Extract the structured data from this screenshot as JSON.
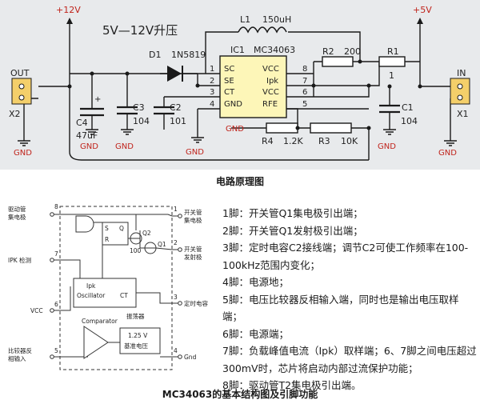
{
  "schematic": {
    "title": "5V—12V升压",
    "vin_label": "+5V",
    "vout_label": "+12V",
    "ic_ref": "IC1",
    "ic_part": "MC34063",
    "ic_pins_left": [
      "SC",
      "SE",
      "CT",
      "GND"
    ],
    "ic_pins_right": [
      "VCC",
      "Ipk",
      "VCC",
      "RFE"
    ],
    "pin_numbers": [
      "1",
      "2",
      "3",
      "4",
      "5",
      "6",
      "7",
      "8"
    ],
    "l1_ref": "L1",
    "l1_val": "150uH",
    "d1_ref": "D1",
    "d1_val": "1N5819",
    "r1_ref": "R1",
    "r1_val": "1",
    "r2_ref": "R2",
    "r2_val": "200",
    "r3_ref": "R3",
    "r3_val": "10K",
    "r4_ref": "R4",
    "r4_val": "1.2K",
    "c1_ref": "C1",
    "c1_val": "104",
    "c2_ref": "C2",
    "c2_val": "101",
    "c3_ref": "C3",
    "c3_val": "104",
    "c4_ref": "C4",
    "c4_val": "47uF",
    "x1_ref": "X1",
    "x1_label": "IN",
    "x2_ref": "X2",
    "x2_label": "OUT",
    "gnd": "GND"
  },
  "schematic_caption": "电路原理图",
  "block_diagram": {
    "left_labels": {
      "p1a": "驱动管",
      "p1b": "集电极",
      "ipk": "IPK 检测",
      "vcc": "VCC",
      "cmp_a": "比较器反",
      "cmp_b": "相输入"
    },
    "right_labels": {
      "p1a": "开关管",
      "p1b": "集电极",
      "p2a": "开关管",
      "p2b": "发射极",
      "p3": "定时电容",
      "p4": "Gnd"
    },
    "pin_numbers": {
      "l8": "8",
      "l7": "7",
      "l6": "6",
      "l5": "5",
      "r1": "1",
      "r2": "2",
      "r3": "3",
      "r4": "4"
    },
    "inner": {
      "s": "S",
      "q": "Q",
      "r": "R",
      "q1": "Q1",
      "q2": "Q2",
      "r100": "100",
      "ipk": "Ipk",
      "osc": "Oscillator",
      "ct": "CT",
      "osc_cn": "振荡器",
      "comp": "Comparator",
      "ref_v": "1.25 V",
      "ref_cn": "基准电压"
    }
  },
  "pin_descriptions": [
    "1脚：开关管Q1集电极引出端；",
    "2脚：开关管Q1发射极引出端；",
    "3脚：定时电容C2接线端；调节C2可使工作频率在100-",
    "100kHz范围内变化；",
    "4脚：电源地；",
    "5脚：电压比较器反相输入端，同时也是输出电压取样端；",
    "6脚：电源端；",
    "7脚：负载峰值电流（Ipk）取样端；6、7脚之间电压超过",
    "300mV时，芯片将启动内部过流保护功能；",
    "8脚：驱动管T2集电极引出端。"
  ],
  "block_caption": "MC34063的基本结构图及引脚功能"
}
